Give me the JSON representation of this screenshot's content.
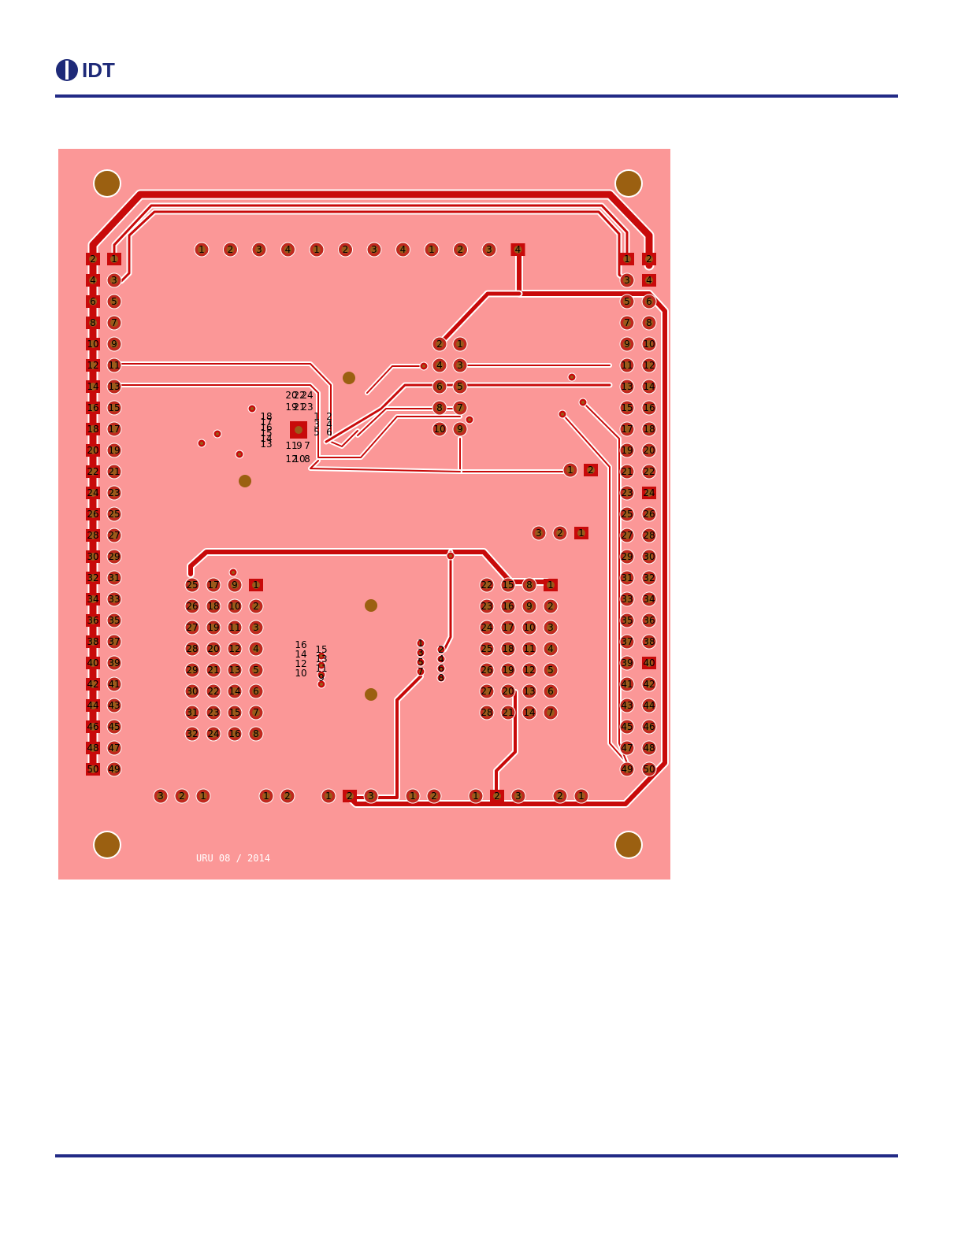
{
  "header": {
    "logo_text": "IDT",
    "brand_color": "#1e2a78",
    "rule_color": "#222a86"
  },
  "pcb": {
    "board_color": "#fb9797",
    "trace_color": "#c80a0a",
    "pad_color": "#c0281e",
    "drill_color": "#9a5a1a",
    "mount_hole_color": "#9b6011",
    "silkscreen_text": "URU 08 / 2014",
    "connectors": {
      "left_header": {
        "outer_pins": [
          "2",
          "4",
          "6",
          "8",
          "10",
          "12",
          "14",
          "16",
          "18",
          "20",
          "22",
          "24",
          "26",
          "28",
          "30",
          "32",
          "34",
          "36",
          "38",
          "40",
          "42",
          "44",
          "46",
          "48",
          "50"
        ],
        "inner_pins": [
          "1",
          "3",
          "5",
          "7",
          "9",
          "11",
          "13",
          "15",
          "17",
          "19",
          "21",
          "23",
          "25",
          "27",
          "29",
          "31",
          "33",
          "35",
          "37",
          "39",
          "41",
          "43",
          "45",
          "47",
          "49"
        ]
      },
      "right_header": {
        "inner_pins": [
          "1",
          "3",
          "5",
          "7",
          "9",
          "11",
          "13",
          "15",
          "17",
          "19",
          "21",
          "23",
          "25",
          "27",
          "29",
          "31",
          "33",
          "35",
          "37",
          "39",
          "41",
          "43",
          "45",
          "47",
          "49"
        ],
        "outer_pins": [
          "2",
          "4",
          "6",
          "8",
          "10",
          "12",
          "14",
          "16",
          "18",
          "20",
          "22",
          "24",
          "26",
          "28",
          "30",
          "32",
          "34",
          "36",
          "38",
          "40",
          "42",
          "44",
          "46",
          "48",
          "50"
        ]
      },
      "top_row": [
        "1",
        "2",
        "3",
        "4",
        "1",
        "2",
        "3",
        "4",
        "1",
        "2",
        "3",
        "4"
      ],
      "mid_block_left": [
        "2",
        "4",
        "6",
        "8",
        "10"
      ],
      "mid_block_right": [
        "1",
        "3",
        "5",
        "7",
        "9"
      ],
      "small_pair": [
        "1",
        "2"
      ],
      "three_pin_right": [
        "3",
        "2",
        "1"
      ],
      "bottom_row": [
        "3",
        "2",
        "1",
        "1",
        "2",
        "1",
        "2",
        "3",
        "1",
        "2",
        "1",
        "2",
        "3",
        "2",
        "1"
      ],
      "dip_left": {
        "col1": [
          "25",
          "26",
          "27",
          "28",
          "29",
          "30",
          "31",
          "32"
        ],
        "col2": [
          "17",
          "18",
          "19",
          "20",
          "21",
          "22",
          "23",
          "24"
        ],
        "col3": [
          "9",
          "10",
          "11",
          "12",
          "13",
          "14",
          "15",
          "16"
        ],
        "col4": [
          "1",
          "2",
          "3",
          "4",
          "5",
          "6",
          "7",
          "8"
        ]
      },
      "dip_right": {
        "col1": [
          "22",
          "23",
          "24",
          "25",
          "26",
          "27",
          "28"
        ],
        "col2": [
          "15",
          "16",
          "17",
          "18",
          "19",
          "20",
          "21"
        ],
        "col3": [
          "8",
          "9",
          "10",
          "11",
          "12",
          "13",
          "14"
        ],
        "col4": [
          "1",
          "2",
          "3",
          "4",
          "5",
          "6",
          "7"
        ]
      },
      "small_ic_left": [
        "1",
        "3",
        "5",
        "7"
      ],
      "small_ic_right": [
        "2",
        "4",
        "6",
        "8"
      ],
      "sip_pins": [
        "16",
        "14",
        "12",
        "10"
      ],
      "sip_pins_b": [
        "15",
        "13",
        "11",
        "9"
      ]
    },
    "qfn": {
      "top_labels": [
        "20",
        "22",
        "24"
      ],
      "top_labels_b": [
        "19",
        "21",
        "23"
      ],
      "left_labels": [
        "18",
        "17",
        "16",
        "15",
        "14",
        "13"
      ],
      "right_labels": [
        "1",
        "2",
        "3",
        "4",
        "5",
        "6"
      ],
      "bottom_labels": [
        "11",
        "9",
        "7"
      ],
      "bottom_labels_b": [
        "12",
        "10",
        "8"
      ]
    }
  }
}
